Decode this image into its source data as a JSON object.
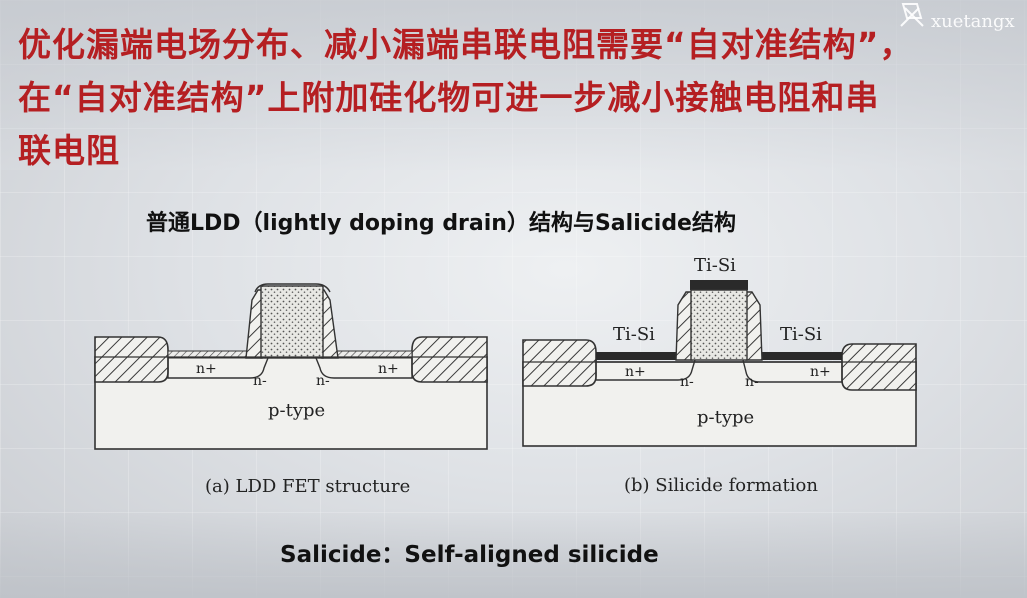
{
  "slide": {
    "title_lines": [
      "优化漏端电场分布、减小漏端串联电阻需要“自对准结构”，",
      "在“自对准结构”上附加硅化物可进一步减小接触电阻和串",
      "联电阻"
    ],
    "subtitle": "普通LDD（lightly doping drain）结构与Salicide结构",
    "footnote": "Salicide：Self-aligned silicide",
    "watermark": "xuetangx"
  },
  "diagram_a": {
    "caption": "(a) LDD FET structure",
    "substrate": "p-type",
    "source": "n+",
    "drain": "n+",
    "ldd_left": "n-",
    "ldd_right": "n-"
  },
  "diagram_b": {
    "caption": "(b) Silicide formation",
    "substrate": "p-type",
    "source": "n+",
    "drain": "n+",
    "ldd_left": "n-",
    "ldd_right": "n-",
    "silicide_gate": "Ti-Si",
    "silicide_left": "Ti-Si",
    "silicide_right": "Ti-Si"
  }
}
